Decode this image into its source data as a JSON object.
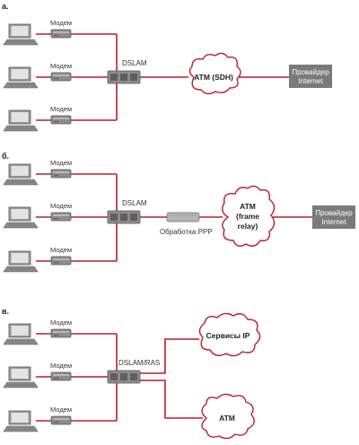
{
  "panels": [
    {
      "letter": "а.",
      "modem_labels": [
        "Модем",
        "Модем",
        "Модем"
      ],
      "dslam_label": "DSLAM",
      "cloud_label": "ATM (SDH)",
      "provider_label": [
        "Провайдер",
        "Internet"
      ]
    },
    {
      "letter": "б.",
      "modem_labels": [
        "Модем",
        "Модем",
        "Модем"
      ],
      "dslam_label": "DSLAM",
      "ppp_label": "Обработка PPP",
      "cloud_label": [
        "ATM",
        "(frame",
        "relay)"
      ],
      "provider_label": [
        "Провайдер",
        "Internet"
      ]
    },
    {
      "letter": "в.",
      "modem_labels": [
        "Модем",
        "Модем",
        "Модем"
      ],
      "dslam_label": "DSLAM/RAS",
      "cloud_ip_label": "Сервисы IP",
      "cloud_atm_label": "ATM"
    }
  ],
  "colors": {
    "link": "#b51f2a",
    "provider_box": "#7a7a7a",
    "device": "#8a8a8a"
  }
}
